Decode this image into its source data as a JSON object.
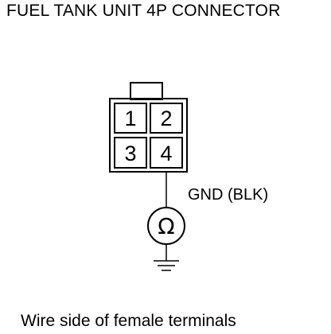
{
  "title": "FUEL TANK UNIT 4P CONNECTOR",
  "connector": {
    "pins": [
      "1",
      "2",
      "3",
      "4"
    ]
  },
  "wire_label": "GND (BLK)",
  "meter": {
    "symbol": "Ω",
    "symbol_name": "ohmmeter-icon"
  },
  "ground": {
    "symbol_name": "ground-icon"
  },
  "caption": "Wire side of female terminals",
  "colors": {
    "line": "#000000",
    "background": "#ffffff"
  }
}
